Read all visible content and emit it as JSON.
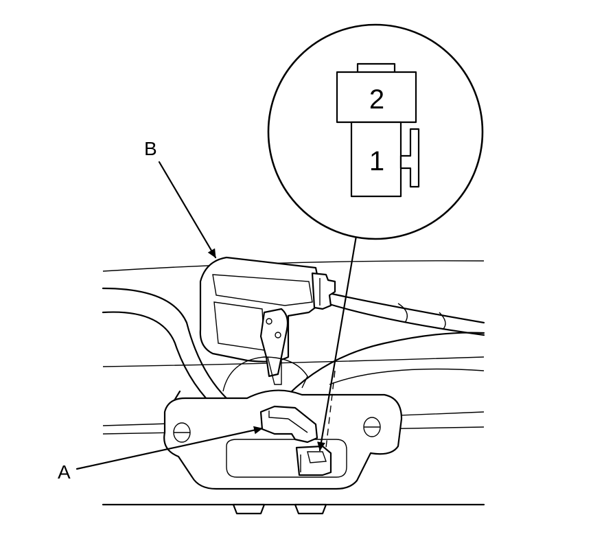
{
  "callouts": {
    "a": "A",
    "b": "B"
  },
  "detail_view": {
    "pin_upper": "2",
    "pin_lower": "1"
  },
  "colors": {
    "line": "#000000",
    "background": "#ffffff"
  }
}
